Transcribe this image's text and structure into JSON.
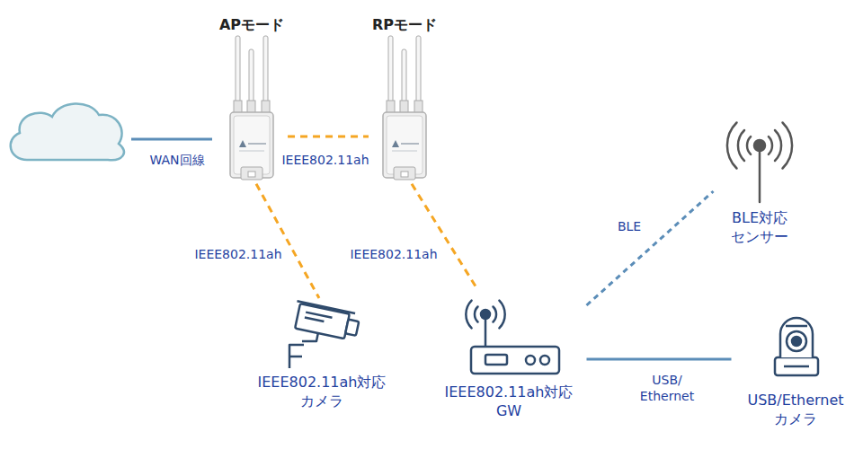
{
  "diagram": {
    "nodes": [
      {
        "text": [
          "APモード"
        ]
      },
      {
        "text": [
          "RPモード"
        ]
      },
      {
        "text": [
          "IEEE802.11ah対応 カメラ"
        ]
      },
      {
        "text": [
          "IEEE802.11ah対応 GW"
        ]
      },
      {
        "text": [
          "BLE対応 センサー"
        ]
      },
      {
        "text": [
          "USB/Ethernet カメラ"
        ]
      }
    ],
    "edges": [
      {
        "from": 0,
        "to": 1,
        "label": "IEEE802.11ah",
        "arrow": "none"
      },
      {
        "from": 0,
        "to": 2,
        "label": "IEEE802.11ah",
        "arrow": "none"
      },
      {
        "from": 1,
        "to": 3,
        "label": "IEEE802.11ah",
        "arrow": "none"
      },
      {
        "from": 3,
        "to": 4,
        "label": "BLE",
        "arrow": "none"
      },
      {
        "from": 3,
        "to": 5,
        "label": "USB/ Ethernet",
        "arrow": "none"
      }
    ],
    "labels": [
      "WAN回線"
    ]
  }
}
